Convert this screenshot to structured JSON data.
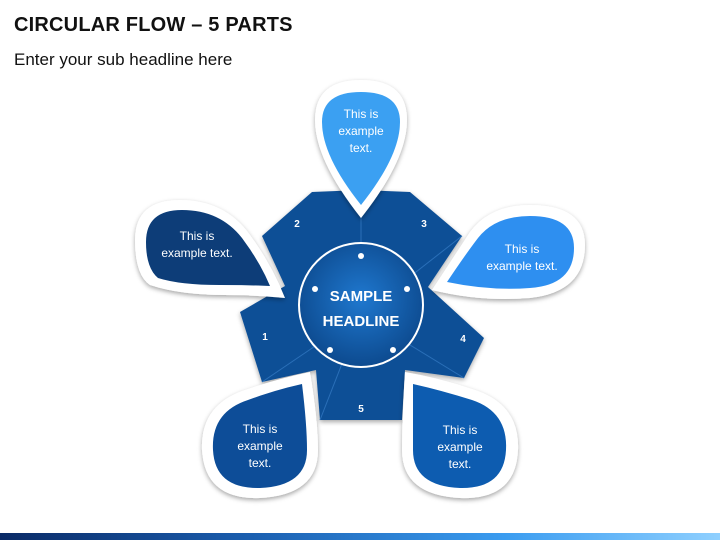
{
  "title": "CIRCULAR FLOW – 5 PARTS",
  "subtitle": "Enter your sub headline here",
  "center": {
    "line1": "SAMPLE",
    "line2": "HEADLINE"
  },
  "segment_numbers": [
    "1",
    "2",
    "3",
    "4",
    "5"
  ],
  "callouts": [
    {
      "lines": [
        "This is",
        "example",
        "text."
      ],
      "color": "#3aa0f2"
    },
    {
      "lines": [
        "This is",
        "example text."
      ],
      "color": "#0b3d78"
    },
    {
      "lines": [
        "This is",
        "example text."
      ],
      "color": "#2f8ff0"
    },
    {
      "lines": [
        "This is",
        "example",
        "text."
      ],
      "color": "#0c5cb0"
    },
    {
      "lines": [
        "This is",
        "example",
        "text."
      ],
      "color": "#0b4d98"
    }
  ],
  "colors": {
    "segment": "#0f4f96",
    "center": "#0f5aa8",
    "background": "#f2f2f2"
  }
}
